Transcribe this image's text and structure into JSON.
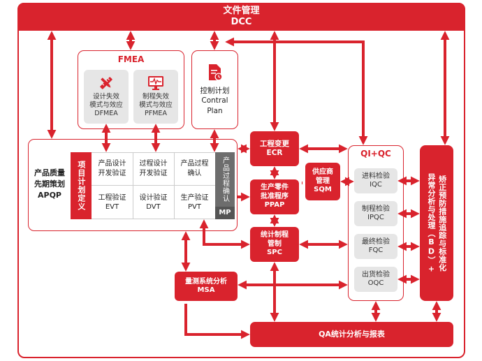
{
  "dcc": {
    "title": "文件管理",
    "sub": "DCC"
  },
  "fmea": {
    "title": "FMEA",
    "dfmea": {
      "l1": "设计失效",
      "l2": "模式与效应",
      "l3": "DFMEA",
      "icon": "pencil-ruler-icon"
    },
    "pfmea": {
      "l1": "制程失效",
      "l2": "模式与效应",
      "l3": "PFMEA",
      "icon": "monitor-waveform-icon"
    }
  },
  "control_plan": {
    "l1": "控制计划",
    "l2": "Contral",
    "l3": "Plan",
    "icon": "document-clock-icon"
  },
  "apqp": {
    "l1": "产品质量",
    "l2": "先期策划",
    "l3": "APQP",
    "stage1": "项目计划定义",
    "row1": [
      {
        "l1": "产品设计",
        "l2": "开发验证"
      },
      {
        "l1": "过程设计",
        "l2": "开发验证"
      },
      {
        "l1": "产品过程",
        "l2": "确认"
      }
    ],
    "row2": [
      {
        "l1": "工程验证",
        "l2": "EVT"
      },
      {
        "l1": "设计验证",
        "l2": "DVT"
      },
      {
        "l1": "生产验证",
        "l2": "PVT"
      }
    ],
    "stage_last": "产品过程确认",
    "mp": "MP"
  },
  "ecr": {
    "l1": "工程变更",
    "l2": "ECR"
  },
  "ppap": {
    "l1": "生产零件",
    "l2": "批准程序",
    "l3": "PPAP"
  },
  "spc": {
    "l1": "统计制程",
    "l2": "管制",
    "l3": "SPC"
  },
  "sqm": {
    "l1": "供应商",
    "l2": "管理",
    "l3": "SQM"
  },
  "qiqc": {
    "title": "QI+QC",
    "items": [
      {
        "l1": "进料检验",
        "l2": "IQC"
      },
      {
        "l1": "制程检验",
        "l2": "IPQC"
      },
      {
        "l1": "最终检验",
        "l2": "FQC"
      },
      {
        "l1": "出货检验",
        "l2": "OQC"
      }
    ]
  },
  "abnormal": {
    "col1": "矫正预防措施追踪与标准化",
    "col2": "异常分析与处理（BD）+"
  },
  "msa": {
    "l1": "量测系统分析",
    "l2": "MSA"
  },
  "qa": {
    "label": "QA统计分析与报表"
  },
  "colors": {
    "accent": "#d9232d",
    "grey": "#e6e6e6",
    "dark_grey": "#6d6d6d"
  }
}
